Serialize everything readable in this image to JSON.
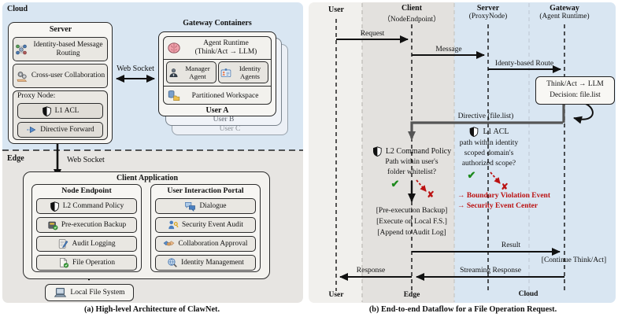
{
  "colors": {
    "cloud_blue": "#d9e6f2",
    "edge_gray": "#e7e5e2",
    "band_user": "#f1f0ed",
    "band_edge": "#e3e1de",
    "band_cloud": "#d9e6f2",
    "violation_red": "#bb1111",
    "check_green": "#1d8a1d",
    "directive_gray": "#555555"
  },
  "icons": {
    "shield": "shield half-filled",
    "routing": "identity network nodes",
    "collaboration": "gears on hand",
    "directive_forward": "blue forward arrow",
    "brain": "pink brain",
    "manager_agent": "person bust",
    "identity_agents": "id badge",
    "workspace": "database and folder",
    "backup": "backup device with check",
    "audit": "log sheet with pen",
    "file_operation": "file with check",
    "laptop": "laptop computer",
    "dialogue": "chat bubbles",
    "security_audit": "person with key",
    "approval": "handshake",
    "identity_mgmt": "magnifier on globe"
  },
  "panel_a": {
    "caption": "(a) High-level Architecture of ClawNet.",
    "cloud_label": "Cloud",
    "edge_label": "Edge",
    "websocket_top": "Web Socket",
    "websocket_bottom": "Web Socket",
    "server": {
      "title": "Server",
      "item_routing": "Identity-based Message Routing",
      "item_collab": "Cross-user Collaboration",
      "proxy_title": "Proxy Node:",
      "item_acl": "L1 ACL",
      "item_forward": "Directive Forward"
    },
    "gateway": {
      "title": "Gateway Containers",
      "runtime_line1": "Agent Runtime",
      "runtime_line2": "(Think/Act → LLM)",
      "manager": "Manager Agent",
      "identity": "Identity Agents",
      "workspace": "Partitioned Workspace",
      "user_a": "User A",
      "user_b": "User B",
      "user_c": "User C"
    },
    "client_app": {
      "title": "Client Application",
      "node_endpoint": {
        "title": "Node Endpoint",
        "items": [
          "L2 Command Policy",
          "Pre-execution Backup",
          "Audit Logging",
          "File Operation"
        ]
      },
      "portal": {
        "title": "User Interaction Portal",
        "items": [
          "Dialogue",
          "Security Event Audit",
          "Collaboration Approval",
          "Identity Management"
        ]
      }
    },
    "local_fs": "Local File System"
  },
  "panel_b": {
    "caption": "(b) End-to-end Dataflow for a File Operation Request.",
    "actors": [
      {
        "name": "User",
        "sub": ""
      },
      {
        "name": "Client",
        "sub": "（NodeEndpoint）"
      },
      {
        "name": "Server",
        "sub": "(ProxyNode)"
      },
      {
        "name": "Gateway",
        "sub": "(Agent Runtime)"
      }
    ],
    "footer": [
      "User",
      "Edge",
      "Cloud"
    ],
    "msg_request": "Request",
    "msg_message": "Message",
    "msg_route": "Identy-based Route",
    "llm_box_line1": "Think/Act → LLM",
    "llm_box_line2": "Decision: file.list",
    "msg_directive": "Directive (file.list)",
    "l2_title": "L2 Command Policy",
    "l2_q1": "Path within user's",
    "l2_q2": "folder whitelist?",
    "l2_actions": [
      "[Pre-execution Backup]",
      "[Execute on Local F.S.]",
      "[Append to Audit Log]"
    ],
    "l1_title": "L1 ACL",
    "l1_q1": "path within identity",
    "l1_q2": "scoped domain's",
    "l1_q3": "authorized scope?",
    "violation1": "→ Boundary Violation Event",
    "violation2": "→ Security Event Center",
    "msg_result": "Result",
    "continue_note": "[Continue Think/Act]",
    "msg_streaming": "Streaming Response",
    "msg_response": "Response",
    "check_mark": "✔",
    "cross_mark": "✘"
  }
}
